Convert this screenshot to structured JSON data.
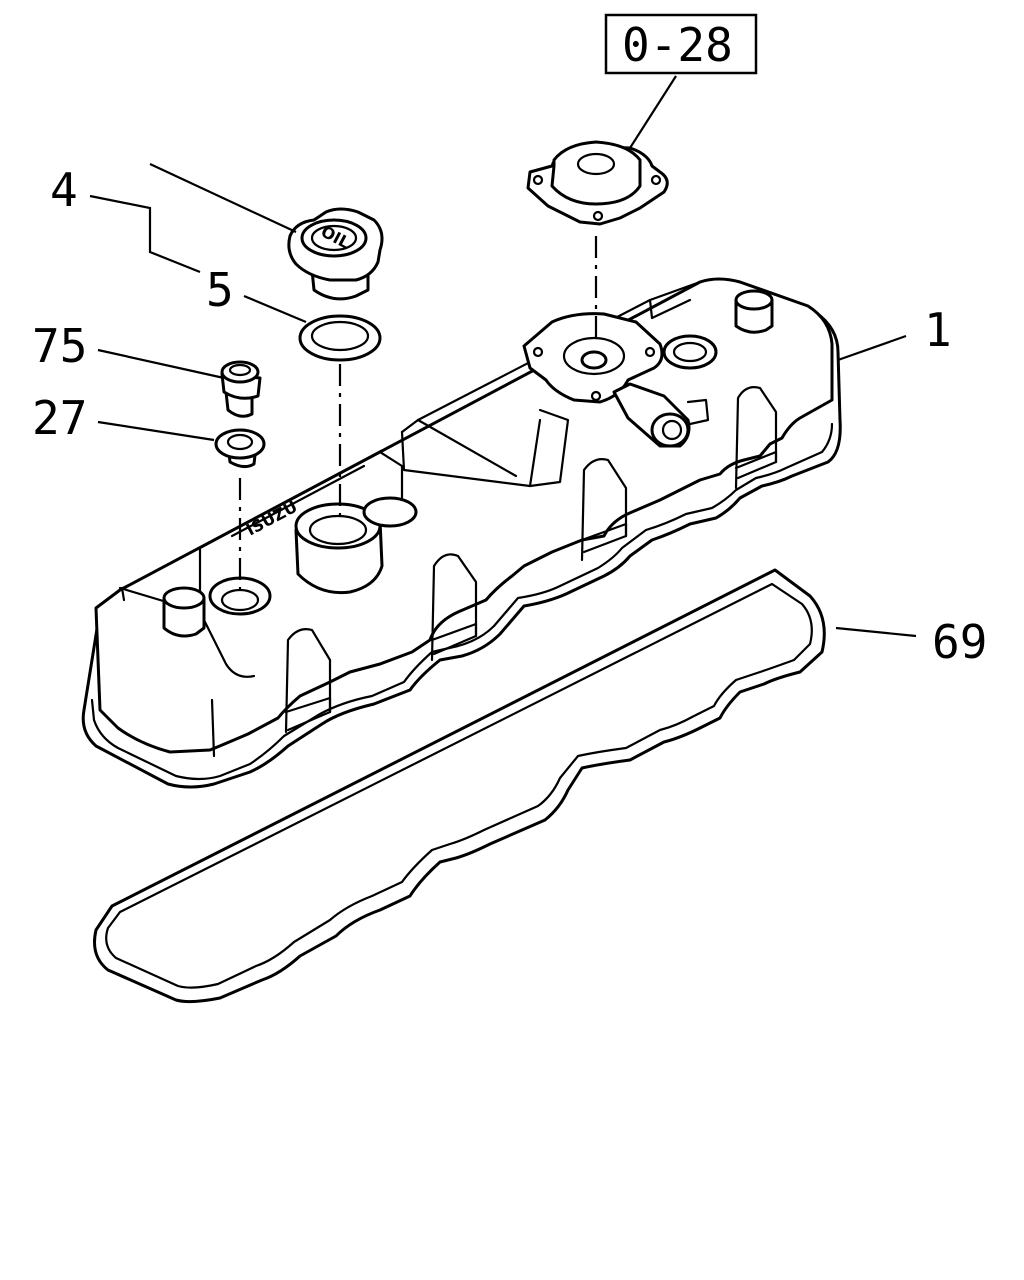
{
  "diagram": {
    "reference_label": "0-28",
    "callouts": [
      {
        "id": "callout-1",
        "text": "1"
      },
      {
        "id": "callout-4",
        "text": "4"
      },
      {
        "id": "callout-5",
        "text": "5"
      },
      {
        "id": "callout-75",
        "text": "75"
      },
      {
        "id": "callout-27",
        "text": "27"
      },
      {
        "id": "callout-69",
        "text": "69"
      }
    ],
    "cap_marking": "OIL",
    "cover_marking": "ISUZU"
  }
}
